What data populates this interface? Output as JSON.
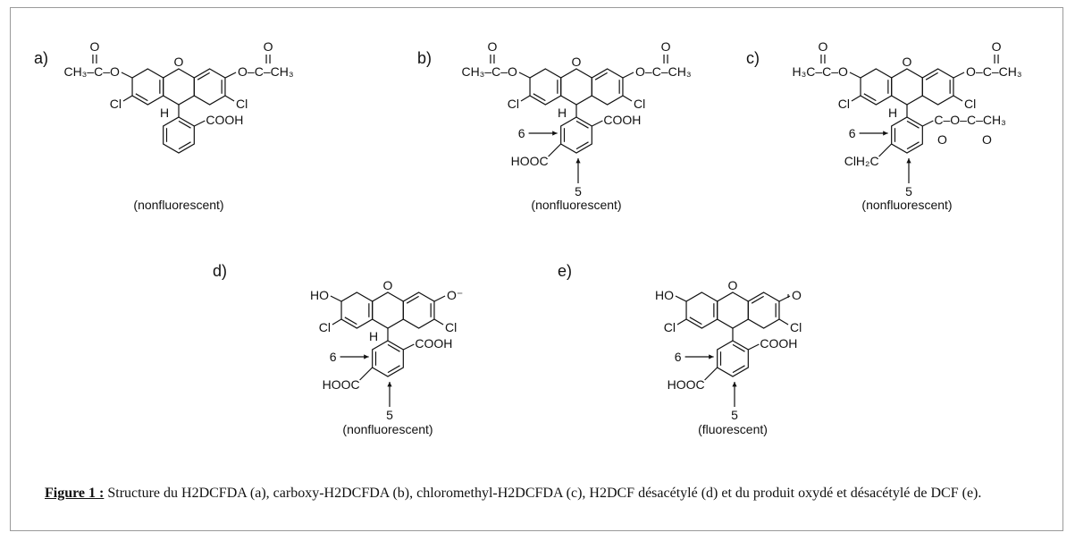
{
  "panels": [
    {
      "id": "a",
      "label": "a)",
      "left_group": "CH₃–C–O",
      "right_group": "O–C–CH₃",
      "carbonyl_o": "O",
      "ring_o": "O",
      "cl_left": "Cl",
      "cl_right": "Cl",
      "h": "H",
      "acid": "COOH",
      "status": "(nonfluorescent)"
    },
    {
      "id": "b",
      "label": "b)",
      "left_group": "CH₃–C–O",
      "right_group": "O–C–CH₃",
      "carbonyl_o": "O",
      "ring_o": "O",
      "cl_left": "Cl",
      "cl_right": "Cl",
      "h": "H",
      "acid": "COOH",
      "substituent": "HOOC",
      "pos6": "6",
      "pos5": "5",
      "status": "(nonfluorescent)"
    },
    {
      "id": "c",
      "label": "c)",
      "left_group": "H₃C–C–O",
      "right_group": "O–C–CH₃",
      "carbonyl_o": "O",
      "ring_o": "O",
      "cl_left": "Cl",
      "cl_right": "Cl",
      "h": "H",
      "acid": "C–O–C–CH₃",
      "substituent": "ClH₂C",
      "pos6": "6",
      "pos5": "5",
      "status": "(nonfluorescent)"
    },
    {
      "id": "d",
      "label": "d)",
      "left_group": "HO",
      "right_group": "O⁻",
      "ring_o": "O",
      "cl_left": "Cl",
      "cl_right": "Cl",
      "h": "H",
      "acid": "COOH",
      "substituent": "HOOC",
      "pos6": "6",
      "pos5": "5",
      "status": "(nonfluorescent)"
    },
    {
      "id": "e",
      "label": "e)",
      "left_group": "HO",
      "right_group": "O",
      "ring_o": "O",
      "cl_left": "Cl",
      "cl_right": "Cl",
      "acid": "COOH",
      "substituent": "HOOC",
      "pos6": "6",
      "pos5": "5",
      "status": "(fluorescent)"
    }
  ],
  "caption": {
    "label": "Figure 1 :",
    "text": " Structure du H2DCFDA (a), carboxy-H2DCFDA (b), chloromethyl-H2DCFDA (c), H2DCF désacétylé (d) et du produit oxydé et désacétylé de DCF (e)."
  }
}
